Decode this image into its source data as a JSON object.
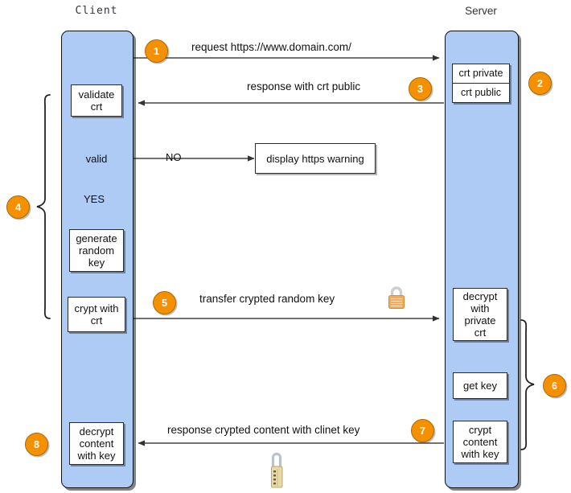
{
  "diagram": {
    "title_client": "Client",
    "title_server": "Server",
    "lanes": [
      {
        "id": "client",
        "label": "Client"
      },
      {
        "id": "server",
        "label": "Server"
      }
    ],
    "client_steps": [
      {
        "id": "validate-crt",
        "label": "validate\ncrt"
      },
      {
        "id": "valid-decision",
        "label": "valid"
      },
      {
        "id": "generate-key",
        "label": "generate\nrandom\nkey"
      },
      {
        "id": "crypt-with-crt",
        "label": "crypt with\ncrt"
      },
      {
        "id": "decrypt-content",
        "label": "decrypt\ncontent\nwith key"
      }
    ],
    "server_steps": [
      {
        "id": "crt-private",
        "label": "crt private"
      },
      {
        "id": "crt-public",
        "label": "crt public"
      },
      {
        "id": "decrypt-private",
        "label": "decrypt\nwith\nprivate\ncrt"
      },
      {
        "id": "get-key",
        "label": "get key"
      },
      {
        "id": "crypt-content",
        "label": "crypt\ncontent\nwith key"
      }
    ],
    "external_steps": [
      {
        "id": "https-warning",
        "label": "display https warning"
      }
    ],
    "branch_labels": {
      "no": "NO",
      "yes": "YES"
    },
    "messages": [
      {
        "id": "request",
        "label": "request https://www.domain.com/"
      },
      {
        "id": "response-public",
        "label": "response with crt public"
      },
      {
        "id": "transfer-key",
        "label": "transfer crypted random key"
      },
      {
        "id": "response-content",
        "label": "response crypted content with clinet key"
      }
    ],
    "badges": [
      {
        "n": "1"
      },
      {
        "n": "2"
      },
      {
        "n": "3"
      },
      {
        "n": "4"
      },
      {
        "n": "5"
      },
      {
        "n": "6"
      },
      {
        "n": "7"
      },
      {
        "n": "8"
      }
    ],
    "icons": [
      {
        "id": "padlock-closed-top",
        "name": "padlock-icon"
      },
      {
        "id": "padlock-combination",
        "name": "combination-padlock-icon"
      }
    ],
    "colors": {
      "lane_fill": "#aecbf5",
      "badge_fill": "#f59100",
      "badge_border": "#b06a00",
      "box_fill": "#ffffff",
      "stroke": "#2a2a2a",
      "background": "#ffffff"
    }
  }
}
